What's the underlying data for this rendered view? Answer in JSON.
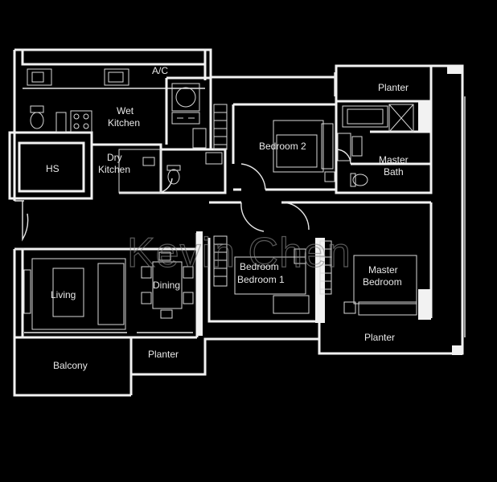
{
  "watermark": "Kevin Chen",
  "rooms": {
    "ac": "A/C",
    "wet_kitchen_1": "Wet",
    "wet_kitchen_2": "Kitchen",
    "dry_kitchen_1": "Dry",
    "dry_kitchen_2": "Kitchen",
    "hs": "HS",
    "bedroom2": "Bedroom 2",
    "master_bath_1": "Master",
    "master_bath_2": "Bath",
    "planter_top": "Planter",
    "living": "Living",
    "dining": "Dining",
    "bedroom1_1": "Bedroom",
    "bedroom1_2": "Bedroom 1",
    "master_bedroom_1": "Master",
    "master_bedroom_2": "Bedroom",
    "balcony": "Balcony",
    "planter_mid": "Planter",
    "planter_bottom_right": "Planter"
  }
}
